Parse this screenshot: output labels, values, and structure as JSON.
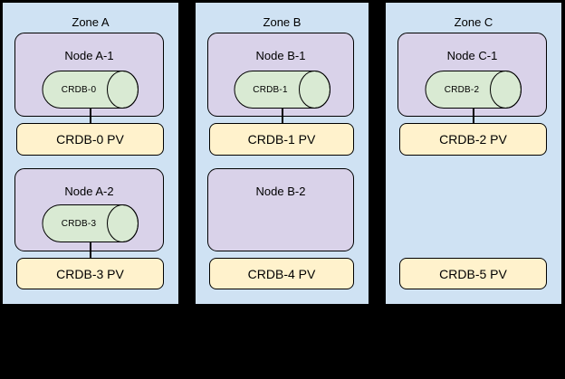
{
  "colors": {
    "zone_fill": "#cfe2f3",
    "node_fill": "#d9d2e9",
    "cylinder_fill": "#d9ead3",
    "pv_fill": "#fff2cc",
    "stroke": "#000000",
    "canvas_bg": "#000000"
  },
  "zones": [
    {
      "title": "Zone A",
      "nodes": [
        {
          "title": "Node A-1",
          "cylinder": "CRDB-0",
          "has_cylinder": true
        },
        {
          "title": "Node A-2",
          "cylinder": "CRDB-3",
          "has_cylinder": true
        }
      ],
      "pvs": [
        {
          "label": "CRDB-0 PV",
          "connected": true
        },
        {
          "label": "CRDB-3 PV",
          "connected": true
        }
      ]
    },
    {
      "title": "Zone B",
      "nodes": [
        {
          "title": "Node B-1",
          "cylinder": "CRDB-1",
          "has_cylinder": true
        },
        {
          "title": "Node B-2",
          "cylinder": "",
          "has_cylinder": false
        }
      ],
      "pvs": [
        {
          "label": "CRDB-1 PV",
          "connected": true
        },
        {
          "label": "CRDB-4 PV",
          "connected": false
        }
      ]
    },
    {
      "title": "Zone C",
      "nodes": [
        {
          "title": "Node C-1",
          "cylinder": "CRDB-2",
          "has_cylinder": true
        }
      ],
      "pvs": [
        {
          "label": "CRDB-2 PV",
          "connected": true
        },
        {
          "label": "CRDB-5 PV",
          "connected": false
        }
      ]
    }
  ]
}
